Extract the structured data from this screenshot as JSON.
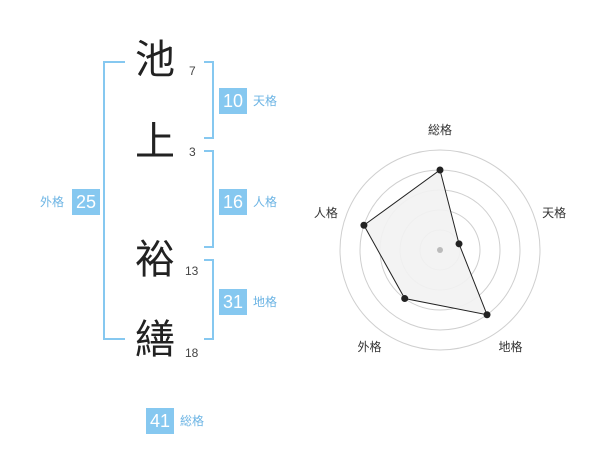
{
  "name": {
    "chars": [
      {
        "char": "池",
        "strokes": "7"
      },
      {
        "char": "上",
        "strokes": "3"
      },
      {
        "char": "裕",
        "strokes": "13"
      },
      {
        "char": "繕",
        "strokes": "18"
      }
    ]
  },
  "kakusu": {
    "ten": {
      "value": "10",
      "label": "天格"
    },
    "jin": {
      "value": "16",
      "label": "人格"
    },
    "chi": {
      "value": "31",
      "label": "地格"
    },
    "gai": {
      "value": "25",
      "label": "外格"
    },
    "sou": {
      "value": "41",
      "label": "総格"
    }
  },
  "colors": {
    "accent": "#86c8f0",
    "accent_text": "#6cb4e4",
    "radar_fill": "#f2f2f2",
    "radar_grid": "#cfcfcf"
  },
  "chart_data": {
    "type": "radar",
    "axes": [
      "総格",
      "天格",
      "地格",
      "外格",
      "人格"
    ],
    "values": [
      4,
      1,
      4,
      3,
      4
    ],
    "rmax": 5,
    "rings": 5
  }
}
